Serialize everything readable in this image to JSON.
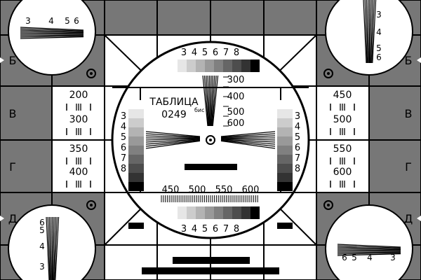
{
  "title_line1": "ТАБЛИЦА",
  "title_number": "0249",
  "title_superscript": "бис",
  "side_letters_left": [
    "Б",
    "В",
    "Г",
    "Д"
  ],
  "side_letters_right": [
    "Б",
    "В",
    "Г",
    "Д"
  ],
  "grey_scale_numbers": [
    "3",
    "4",
    "5",
    "6",
    "7",
    "8"
  ],
  "center_vertical_wedge_labels": [
    "300",
    "400",
    "500",
    "600"
  ],
  "bottom_horizontal_labels": [
    "450",
    "500",
    "550",
    "600"
  ],
  "left_panel_labels": [
    "200",
    "300",
    "350",
    "400"
  ],
  "right_panel_labels": [
    "450",
    "500",
    "550",
    "600"
  ],
  "corner_tl_labels": [
    "3",
    "4",
    "5",
    "6"
  ],
  "corner_tr_labels": [
    "3",
    "4",
    "5",
    "6"
  ],
  "corner_bl_labels": [
    "6",
    "5",
    "4",
    "3"
  ],
  "corner_br_labels": [
    "6",
    "5",
    "4",
    "3"
  ],
  "colors": {
    "background": "#777777",
    "cell_light": "#ffffff",
    "ink": "#000000"
  }
}
